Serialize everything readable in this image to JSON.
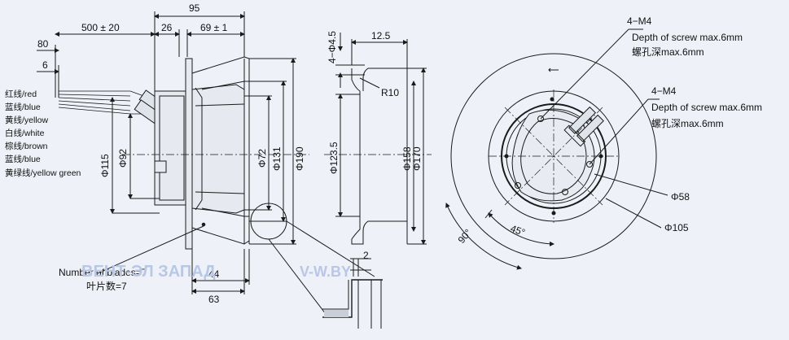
{
  "dimensions": {
    "overall_width": "95",
    "cable_length": "500 ± 20",
    "flange_offset": "26",
    "body_length": "69 ± 1",
    "cable_strip_long": "80",
    "cable_strip_short": "6",
    "dia_115": "Φ115",
    "dia_92": "Φ92",
    "dia_72": "Φ72",
    "dia_131": "Φ131",
    "dia_190": "Φ190",
    "blade_height": "44",
    "impeller_width": "63",
    "ring_mount_holes": "4−Φ4.5",
    "ring_depth": "12.5",
    "ring_radius": "R10",
    "dia_123_5": "Φ123.5",
    "dia_158": "Φ158",
    "dia_170": "Φ170",
    "detail_gap": "2",
    "dia_58": "Φ58",
    "dia_105": "Φ105",
    "angle_45": "45°",
    "angle_90": "90°"
  },
  "wires": [
    "红线/red",
    "蓝线/blue",
    "黄线/yellow",
    "白线/white",
    "棕线/brown",
    "蓝线/blue",
    "黄绿线/yellow green"
  ],
  "notes": {
    "screw_a_label": "4−M4",
    "screw_a_depth_en": "Depth of screw max.6mm",
    "screw_a_depth_cn": "螺孔深max.6mm",
    "screw_b_label": "4−M4",
    "screw_b_depth_en": "Depth of screw max.6mm",
    "screw_b_depth_cn": "螺孔深max.6mm",
    "blades_en": "Number of blades=7",
    "blades_cn": "叶片数=7"
  },
  "watermark": {
    "left": "ВЕНТ-ЭЛ ЗАПАД",
    "right": "V-W.BY"
  },
  "colors": {
    "line": "#1a1a1a",
    "background": "#eef1f7",
    "watermark": "#b9c7e6"
  }
}
